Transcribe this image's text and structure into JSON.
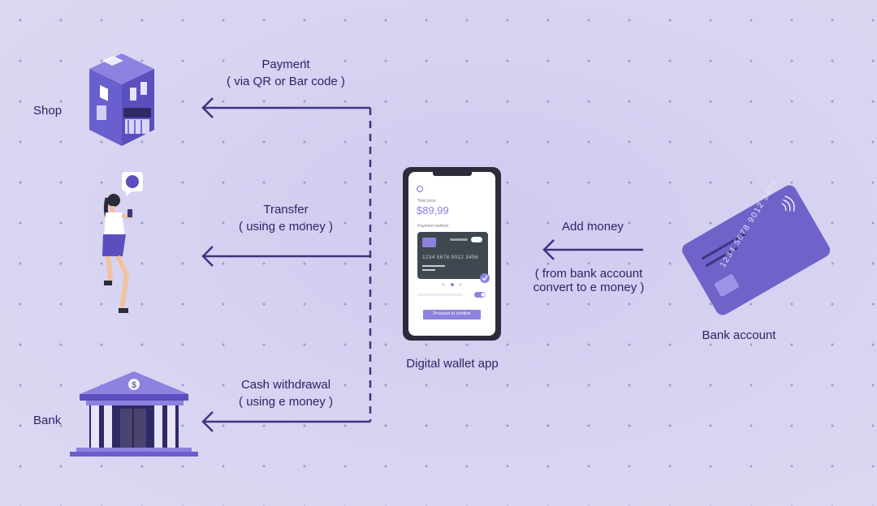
{
  "nodes": {
    "shop": "Shop",
    "bank": "Bank",
    "digital_wallet": "Digital wallet app",
    "bank_account": "Bank account"
  },
  "flows": {
    "payment": {
      "title": "Payment",
      "subtitle": "( via QR or Bar code )"
    },
    "transfer": {
      "title": "Transfer",
      "subtitle": "( using e money )"
    },
    "cash_withdrawal": {
      "title": "Cash withdrawal",
      "subtitle": "( using e money )"
    },
    "add_money": {
      "title": "Add money",
      "subtitle_line1": "( from bank account",
      "subtitle_line2": "convert to e money )"
    }
  },
  "phone": {
    "total_price_label": "Total price",
    "total_price_value": "$89,99",
    "payment_method_label": "Payment method",
    "card_number": "1234 5678 9012 3456",
    "confirm_button": "Proceed to confirm"
  },
  "credit_card": {
    "number": "1234 5678 9012 3456"
  },
  "colors": {
    "background": "#d6d2f1",
    "arrow": "#3d3480",
    "accent_purple": "#6f63c9",
    "text": "#2c2469"
  }
}
